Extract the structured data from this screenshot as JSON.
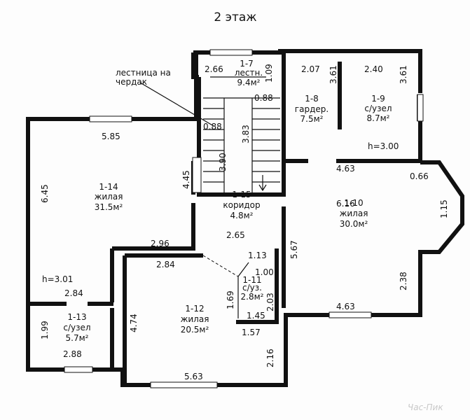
{
  "title": "2 этаж",
  "stair_note": [
    "лестница на",
    "чердак"
  ],
  "watermark": "Час-Пик",
  "rooms": [
    {
      "id": "1-7",
      "name": "лестн.",
      "area": "9.4м²"
    },
    {
      "id": "1-8",
      "name": "гардер.",
      "area": "7.5м²"
    },
    {
      "id": "1-9",
      "name": "с/узел",
      "area": "8.7м²"
    },
    {
      "id": "1-10",
      "name": "жилая",
      "area": "30.0м²"
    },
    {
      "id": "1-11",
      "name": "с/уз.",
      "area": "2.8м²"
    },
    {
      "id": "1-12",
      "name": "жилая",
      "area": "20.5м²"
    },
    {
      "id": "1-13",
      "name": "с/узел",
      "area": "5.7м²"
    },
    {
      "id": "1-14",
      "name": "жилая",
      "area": "31.5м²"
    },
    {
      "id": "1-15",
      "name": "коридор",
      "area": "4.8м²"
    }
  ],
  "dimensions": [
    "2.66",
    "1.09",
    "0.88",
    "0.88",
    "3.83",
    "3.90",
    "4.45",
    "2.07",
    "3.61",
    "2.40",
    "3.61",
    "h=3.00",
    "4.63",
    "0.66",
    "6.16",
    "1.15",
    "5.67",
    "2.38",
    "4.63",
    "5.85",
    "6.45",
    "2.96",
    "2.65",
    "2.84",
    "1.13",
    "1.00",
    "1.69",
    "2.03",
    "1.45",
    "1.57",
    "4.74",
    "2.16",
    "5.63",
    "h=3.01",
    "2.84",
    "1.99",
    "2.88"
  ]
}
